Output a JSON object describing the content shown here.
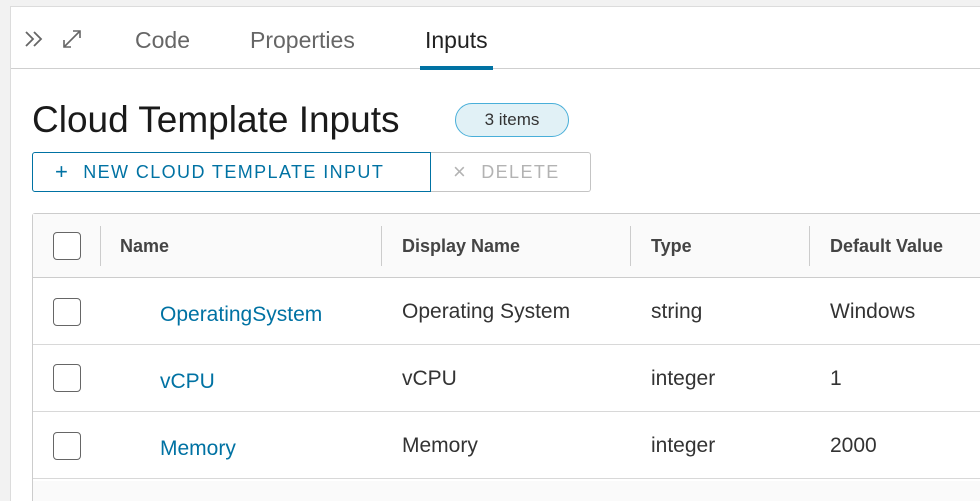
{
  "tabs": [
    {
      "label": "Code",
      "active": false
    },
    {
      "label": "Properties",
      "active": false
    },
    {
      "label": "Inputs",
      "active": true
    }
  ],
  "toolbar_icons": [
    "double-chevron-right-icon",
    "expand-icon"
  ],
  "page": {
    "title": "Cloud Template Inputs",
    "count_badge": "3 items"
  },
  "actions": {
    "new_label": "NEW CLOUD TEMPLATE INPUT",
    "new_glyph": "+",
    "delete_label": "DELETE",
    "delete_glyph": "×",
    "delete_enabled": false
  },
  "grid": {
    "columns": [
      "Name",
      "Display Name",
      "Type",
      "Default Value"
    ],
    "rows": [
      {
        "name": "OperatingSystem",
        "display_name": "Operating System",
        "type": "string",
        "default_value": "Windows",
        "selected": false
      },
      {
        "name": "vCPU",
        "display_name": "vCPU",
        "type": "integer",
        "default_value": "1",
        "selected": false
      },
      {
        "name": "Memory",
        "display_name": "Memory",
        "type": "integer",
        "default_value": "2000",
        "selected": false
      }
    ]
  },
  "colors": {
    "accent": "#0072a3",
    "badge_bg": "#e1f1f6",
    "badge_border": "#49afd9",
    "disabled_text": "#b3b3b3"
  }
}
